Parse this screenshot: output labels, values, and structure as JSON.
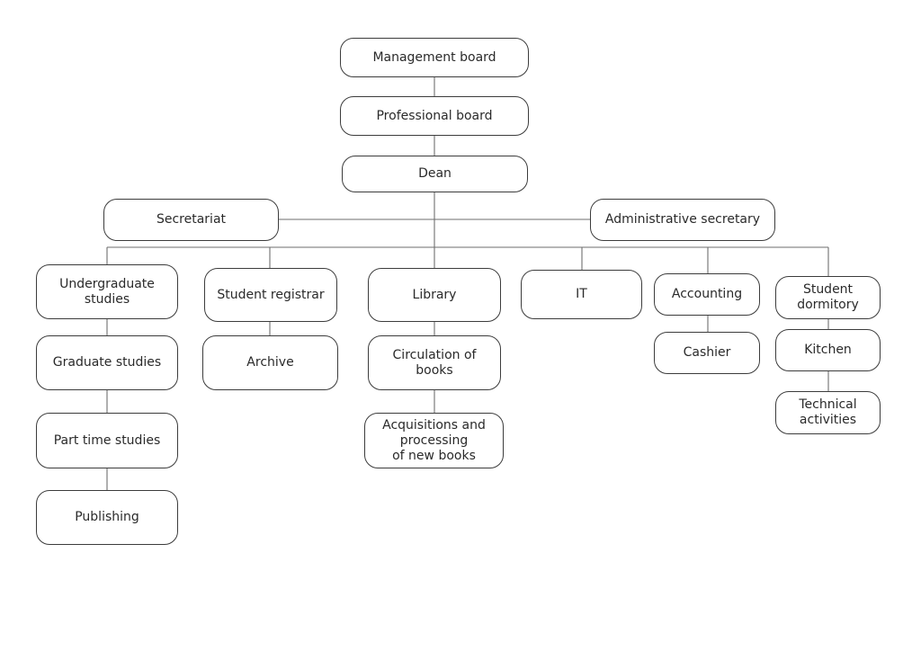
{
  "diagram": {
    "type": "organizational-chart",
    "colors": {
      "border": "#3c3c3c",
      "connector": "#6e6e6e",
      "text": "#2a2a2a",
      "background": "#ffffff"
    },
    "nodes": {
      "management_board": "Management board",
      "professional_board": "Professional board",
      "dean": "Dean",
      "secretariat": "Secretariat",
      "administrative_secretary": "Administrative secretary",
      "undergraduate_studies": "Undergraduate studies",
      "graduate_studies": "Graduate studies",
      "part_time_studies": "Part time studies",
      "publishing": "Publishing",
      "student_registrar": "Student registrar",
      "archive": "Archive",
      "library": "Library",
      "circulation_of_books": "Circulation of books",
      "acquisitions": "Acquisitions and\nprocessing\nof new books",
      "it": "IT",
      "accounting": "Accounting",
      "cashier": "Cashier",
      "student_dormitory": "Student\ndormitory",
      "kitchen": "Kitchen",
      "technical_activities": "Technical\nactivities"
    }
  }
}
